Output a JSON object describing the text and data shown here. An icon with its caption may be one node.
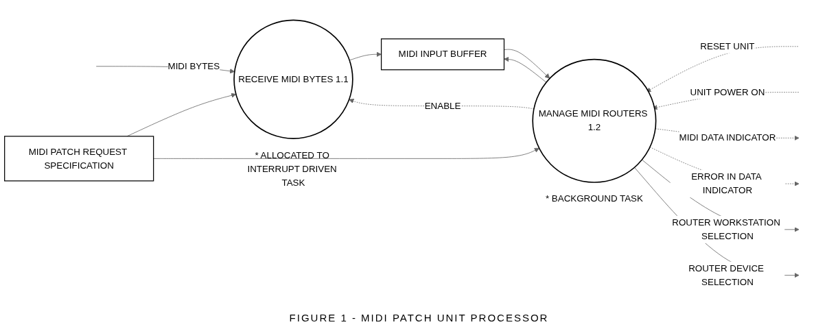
{
  "diagram": {
    "caption": "FIGURE 1 - MIDI PATCH UNIT PROCESSOR",
    "nodes": [
      {
        "text": [
          "RECEIVE MIDI BYTES 1.1"
        ],
        "beside": [
          "* ALLOCATED TO INTERRUPT DRIVEN TASK"
        ]
      },
      {
        "text": [
          "MIDI INPUT BUFFER"
        ]
      },
      {
        "text": [
          "MANAGE MIDI ROUTERS 1.2"
        ],
        "beside": [
          "* BACKGROUND TASK"
        ]
      },
      {
        "text": [
          "MIDI PATCH REQUEST SPECIFICATION"
        ]
      }
    ],
    "edges": [
      {
        "from": null,
        "to": 0,
        "arrow": "to",
        "label": "MIDI BYTES"
      },
      {
        "from": 0,
        "to": 1,
        "arrow": "to"
      },
      {
        "from": 1,
        "to": 2,
        "arrow": "to"
      },
      {
        "from": 2,
        "to": 1,
        "arrow": "to"
      },
      {
        "from": 2,
        "to": 0,
        "arrow": "to",
        "label": "ENABLE",
        "style": "dashed"
      },
      {
        "from": 3,
        "to": 0,
        "arrow": "to"
      },
      {
        "from": 3,
        "to": 2,
        "arrow": "to"
      },
      {
        "from": null,
        "to": 2,
        "arrow": "to",
        "label": "RESET UNIT",
        "style": "dashed"
      },
      {
        "from": null,
        "to": 2,
        "arrow": "to",
        "label": "UNIT POWER ON",
        "style": "dashed"
      },
      {
        "from": 2,
        "to": null,
        "arrow": "to",
        "label": "MIDI DATA INDICATOR",
        "style": "dashed"
      },
      {
        "from": 2,
        "to": null,
        "arrow": "to",
        "label": "ERROR IN DATA INDICATOR",
        "style": "dashed"
      },
      {
        "from": 2,
        "to": null,
        "arrow": "to",
        "label": "ROUTER WORKSTATION SELECTION"
      },
      {
        "from": 2,
        "to": null,
        "arrow": "to",
        "label": "ROUTER DEVICE SELECTION"
      }
    ]
  }
}
